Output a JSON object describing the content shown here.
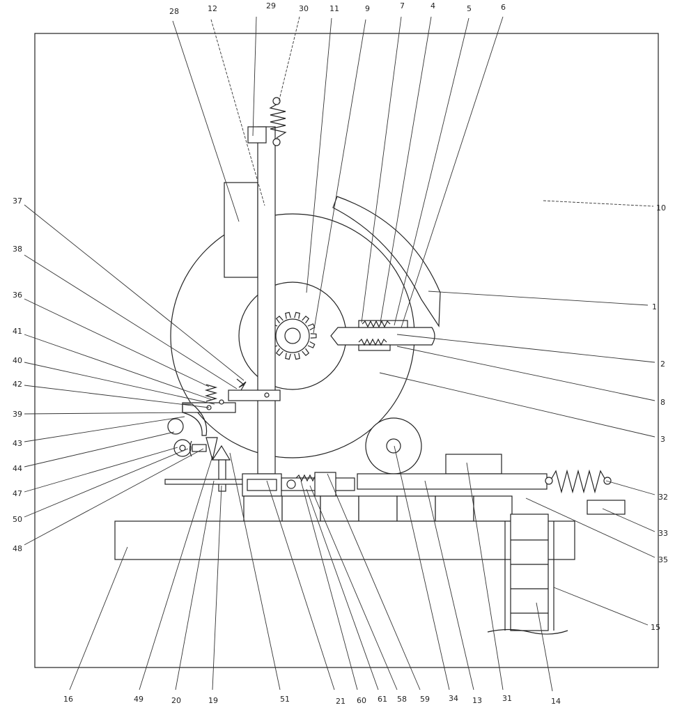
{
  "figure": {
    "labels": [
      "28",
      "12",
      "29",
      "30",
      "11",
      "9",
      "7",
      "4",
      "5",
      "6",
      "10",
      "1",
      "2",
      "8",
      "3",
      "32",
      "33",
      "35",
      "15",
      "37",
      "38",
      "36",
      "41",
      "40",
      "42",
      "39",
      "43",
      "44",
      "47",
      "50",
      "48",
      "16",
      "49",
      "20",
      "19",
      "51",
      "21",
      "60",
      "61",
      "58",
      "59",
      "34",
      "13",
      "31",
      "14"
    ]
  }
}
